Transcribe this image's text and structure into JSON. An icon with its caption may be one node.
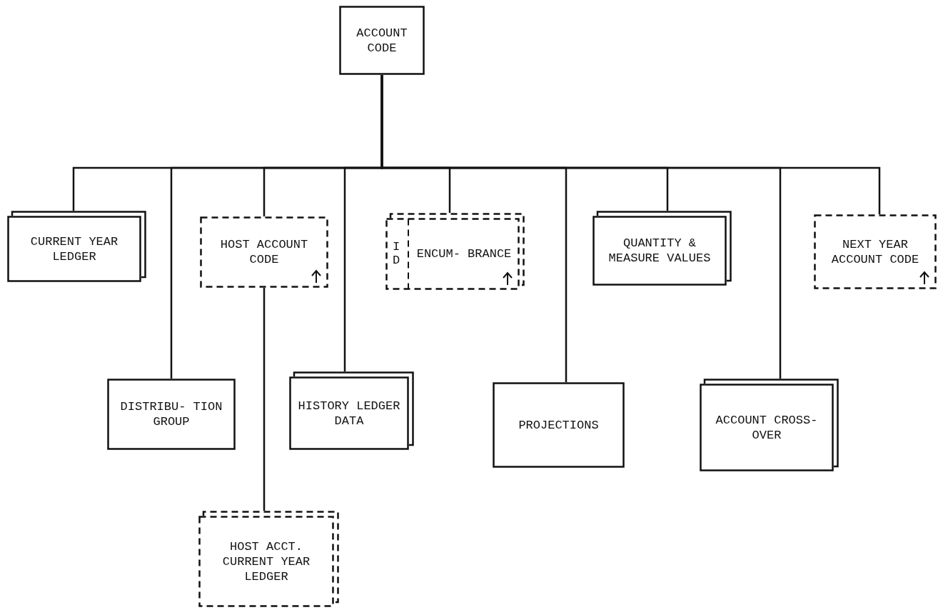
{
  "diagram": {
    "nodes": [
      {
        "text": [
          "ACCOUNT CODE"
        ]
      },
      {
        "text": [
          "CURRENT YEAR LEDGER"
        ]
      },
      {
        "text": [
          "DISTRIBU- TION GROUP"
        ]
      },
      {
        "text": [
          "HOST ACCOUNT CODE"
        ]
      },
      {
        "text": [
          "HOST ACCT. CURRENT YEAR LEDGER"
        ]
      },
      {
        "text": [
          "HISTORY LEDGER DATA"
        ]
      },
      {
        "text": [
          "ID",
          "ENCUM- BRANCE"
        ]
      },
      {
        "text": [
          "PROJECTIONS"
        ]
      },
      {
        "text": [
          "QUANTITY & MEASURE VALUES"
        ]
      },
      {
        "text": [
          "ACCOUNT CROSS-OVER"
        ]
      },
      {
        "text": [
          "NEXT YEAR ACCOUNT CODE"
        ]
      }
    ],
    "edges": [
      {
        "from": 0,
        "to": 1,
        "arrow": "none"
      },
      {
        "from": 0,
        "to": 2,
        "arrow": "none"
      },
      {
        "from": 0,
        "to": 3,
        "arrow": "none"
      },
      {
        "from": 3,
        "to": 4,
        "arrow": "none"
      },
      {
        "from": 0,
        "to": 5,
        "arrow": "none"
      },
      {
        "from": 0,
        "to": 6,
        "arrow": "none"
      },
      {
        "from": 0,
        "to": 7,
        "arrow": "none"
      },
      {
        "from": 0,
        "to": 8,
        "arrow": "none"
      },
      {
        "from": 0,
        "to": 9,
        "arrow": "none"
      },
      {
        "from": 0,
        "to": 10,
        "arrow": "none"
      }
    ]
  }
}
